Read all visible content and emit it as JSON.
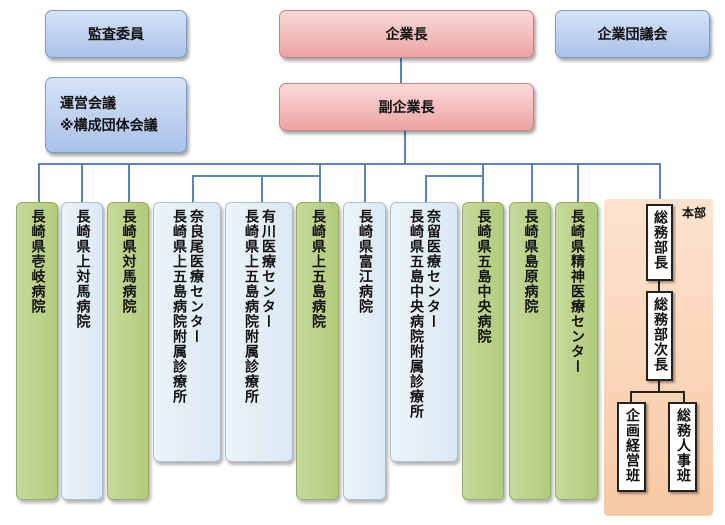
{
  "top": {
    "kansa": "監査委員",
    "kigyocho": "企業長",
    "kigyodantai": "企業団議会",
    "uneikaigi_line1": "運営会議",
    "uneikaigi_line2": "※構成団体会議",
    "fukukigyocho": "副企業長"
  },
  "hospitals": [
    {
      "label": "長崎県壱岐病院"
    },
    {
      "label": "長崎県上対馬病院"
    },
    {
      "label": "長崎県対馬病院"
    },
    {
      "label_line1": "長崎県上五島病院附属診療所",
      "label_line2": "奈良尾医療センター"
    },
    {
      "label_line1": "長崎県上五島病院附属診療所",
      "label_line2": "有川医療センター"
    },
    {
      "label": "長崎県上五島病院"
    },
    {
      "label": "長崎県富江病院"
    },
    {
      "label_line1": "長崎県五島中央病院附属診療所",
      "label_line2": "奈留医療センター"
    },
    {
      "label": "長崎県五島中央病院"
    },
    {
      "label": "長崎県島原病院"
    },
    {
      "label": "長崎県精神医療センター"
    }
  ],
  "honbu": {
    "label": "本部",
    "somubucho": "総務部長",
    "somubujicho": "総務部次長",
    "kikaku": "企画経営班",
    "somujinji": "総務人事班"
  },
  "colors": {
    "connector": "#5b84b1",
    "green_column": "#b3cb7c",
    "pale_column": "#dbe8f3",
    "honbu_bg": "#f8c9a5"
  }
}
